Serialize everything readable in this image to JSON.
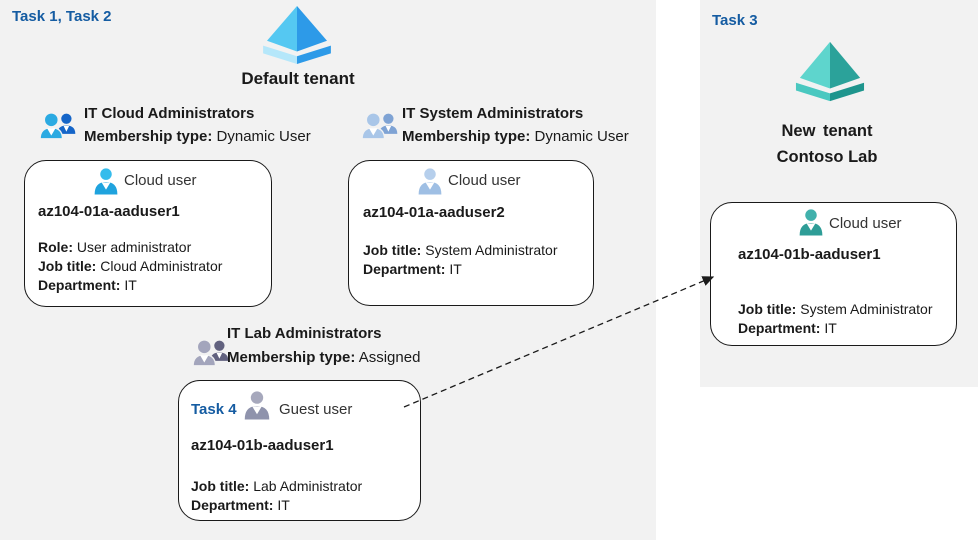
{
  "tasks": {
    "task12": "Task 1, Task 2",
    "task3": "Task 3"
  },
  "default_tenant": {
    "label": "Default tenant"
  },
  "new_tenant": {
    "line1": "New tenant",
    "line2": "Contoso Lab"
  },
  "groups": [
    {
      "title": "IT Cloud Administrators",
      "membership": {
        "label": "Membership type:",
        "value": "Dynamic User"
      }
    },
    {
      "title": "IT System Administrators",
      "membership": {
        "label": "Membership type:",
        "value": "Dynamic User"
      }
    },
    {
      "title": "IT Lab Administrators",
      "membership": {
        "label": "Membership type:",
        "value": "Assigned"
      }
    }
  ],
  "users": [
    {
      "kind": "Cloud user",
      "name": "az104-01a-aaduser1",
      "attrs": [
        {
          "label": "Role:",
          "value": "User administrator"
        },
        {
          "label": "Job title:",
          "value": "Cloud Administrator"
        },
        {
          "label": "Department:",
          "value": "IT"
        }
      ]
    },
    {
      "kind": "Cloud user",
      "name": "az104-01a-aaduser2",
      "attrs": [
        {
          "label": "Job title:",
          "value": "System Administrator"
        },
        {
          "label": "Department:",
          "value": "IT"
        }
      ]
    },
    {
      "kind": "Guest user",
      "task_label": "Task 4",
      "name": "az104-01b-aaduser1",
      "attrs": [
        {
          "label": "Job title:",
          "value": "Lab Administrator"
        },
        {
          "label": "Department:",
          "value": "IT"
        }
      ]
    },
    {
      "kind": "Cloud user",
      "name": "az104-01b-aaduser1",
      "attrs": [
        {
          "label": "Job title:",
          "value": "System Administrator"
        },
        {
          "label": "Department:",
          "value": "IT"
        }
      ]
    }
  ],
  "colors": {
    "task_text": "#155CA2",
    "panel_bg": "#F2F2F2",
    "card_border": "#1a1a1a",
    "user_cyan": "#2FB9EA",
    "user_pale_blue": "#AEC9E9",
    "user_gray": "#9EA0B5",
    "user_teal": "#3AABA3",
    "tenant_blue_light": "#55C8F2",
    "tenant_blue_dark": "#2D9AE8",
    "tenant_teal_light": "#5ED5CD",
    "tenant_teal_dark": "#2BA29A"
  }
}
